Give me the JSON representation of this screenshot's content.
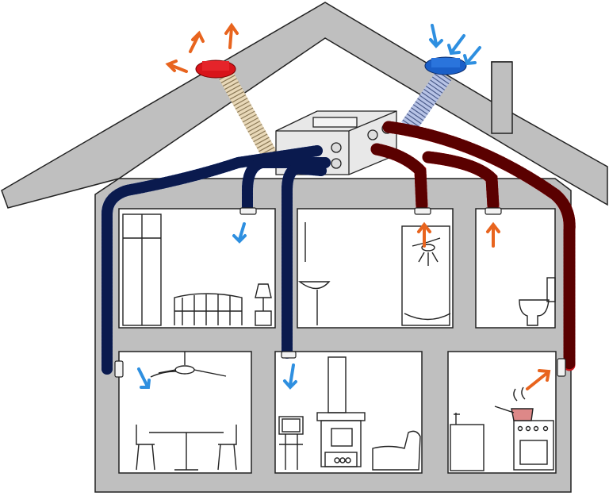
{
  "diagram": {
    "subject": "house-heat-recovery-ventilation",
    "colors": {
      "wall": "#bfbfbf",
      "outline": "#222222",
      "supply_duct": "#1f3f9a",
      "extract_duct": "#c9141a",
      "intake_duct": "#b7c3e6",
      "exhaust_duct": "#e8d8b8",
      "supply_arrow": "#2e8fe0",
      "extract_arrow": "#e8641e",
      "outlet_cap": "#d8141a",
      "intake_cap": "#1a5fc8"
    },
    "rooms": {
      "upper_left": "bedroom",
      "upper_middle": "bathroom",
      "upper_right": "toilet",
      "lower_left": "dining-room",
      "lower_middle": "living-room",
      "lower_right": "kitchen"
    }
  }
}
